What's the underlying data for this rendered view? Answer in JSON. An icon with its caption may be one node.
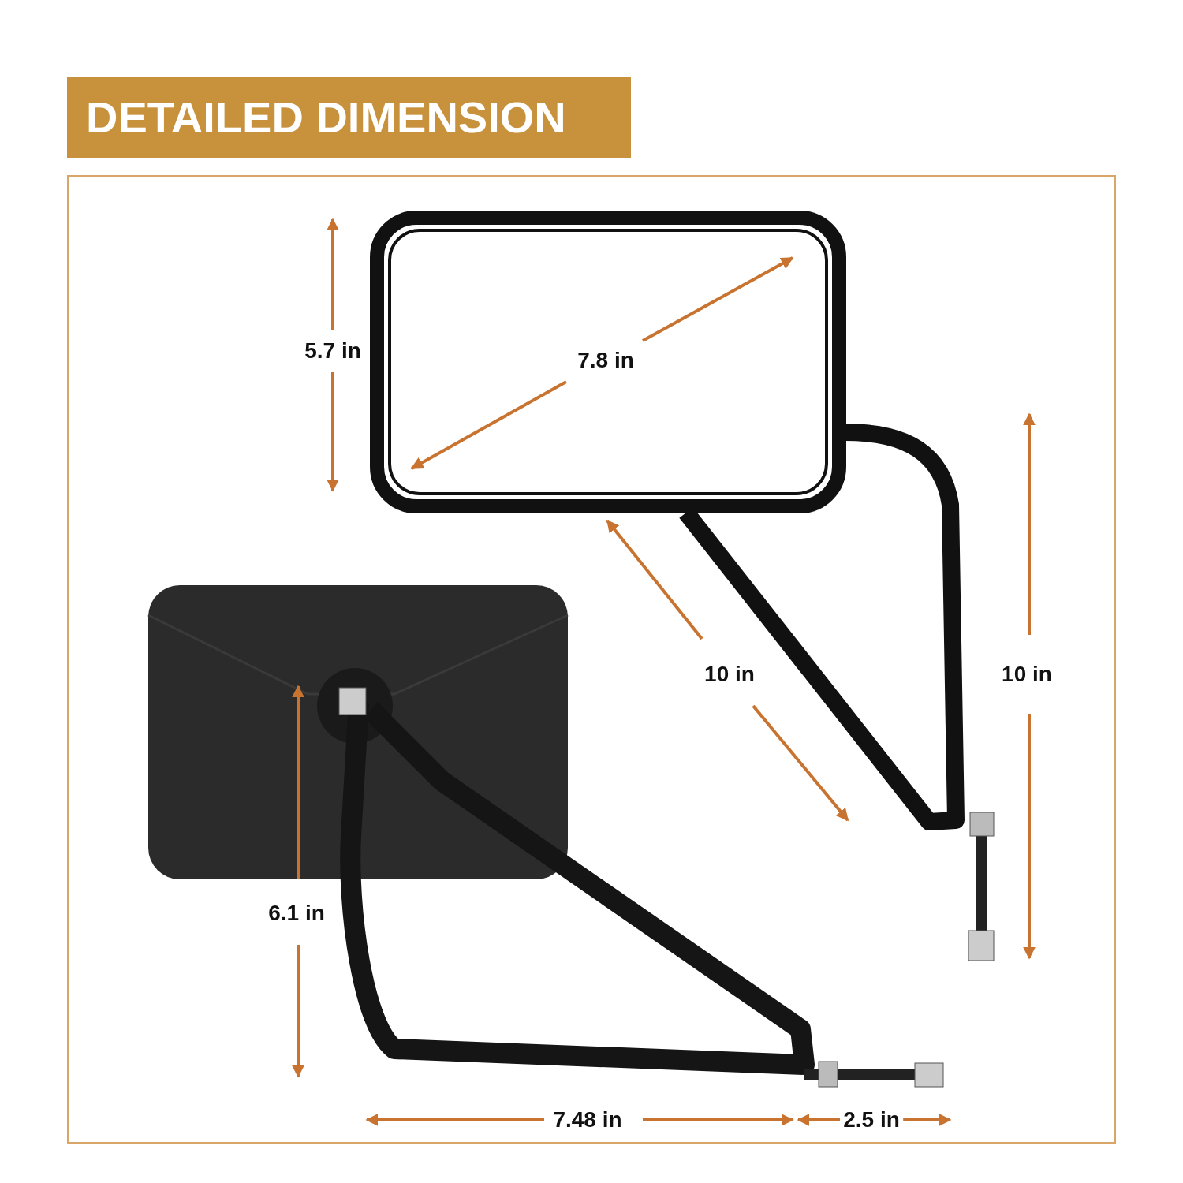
{
  "diagram": {
    "title": "DETAILED DIMENSION",
    "labels": [
      "5.7 in",
      "7.8 in",
      "10 in",
      "10 in",
      "6.1 in",
      "7.48 in",
      "2.5 in"
    ]
  }
}
